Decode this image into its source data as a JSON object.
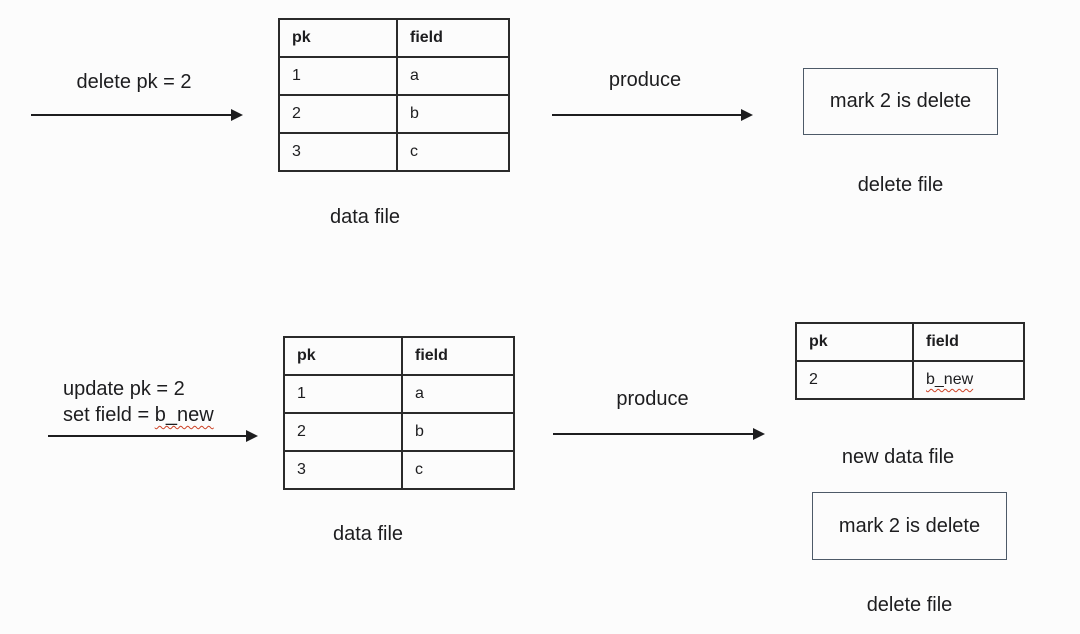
{
  "colors": {
    "background": "#fcfcfc",
    "text": "#1d1d1f",
    "table_border": "#2b2b2b",
    "box_border": "#4d5a68",
    "squiggle_underline": "#cc4125"
  },
  "sections": {
    "delete": {
      "operation": "delete pk = 2",
      "produce": "produce",
      "table": {
        "headers": [
          "pk",
          "field"
        ],
        "rows": [
          [
            "1",
            "a"
          ],
          [
            "2",
            "b"
          ],
          [
            "3",
            "c"
          ]
        ],
        "caption": "data file"
      },
      "box_text": "mark 2 is delete",
      "box_caption": "delete file"
    },
    "update": {
      "operation_line1": "update pk = 2",
      "operation_line2_prefix": "set field = ",
      "operation_line2_value": "b_new",
      "produce": "produce",
      "table": {
        "headers": [
          "pk",
          "field"
        ],
        "rows": [
          [
            "1",
            "a"
          ],
          [
            "2",
            "b"
          ],
          [
            "3",
            "c"
          ]
        ],
        "caption": "data file"
      },
      "new_table": {
        "headers": [
          "pk",
          "field"
        ],
        "rows": [
          [
            "2",
            "b_new"
          ]
        ],
        "caption": "new data file"
      },
      "box_text": "mark 2 is delete",
      "box_caption": "delete file"
    }
  }
}
